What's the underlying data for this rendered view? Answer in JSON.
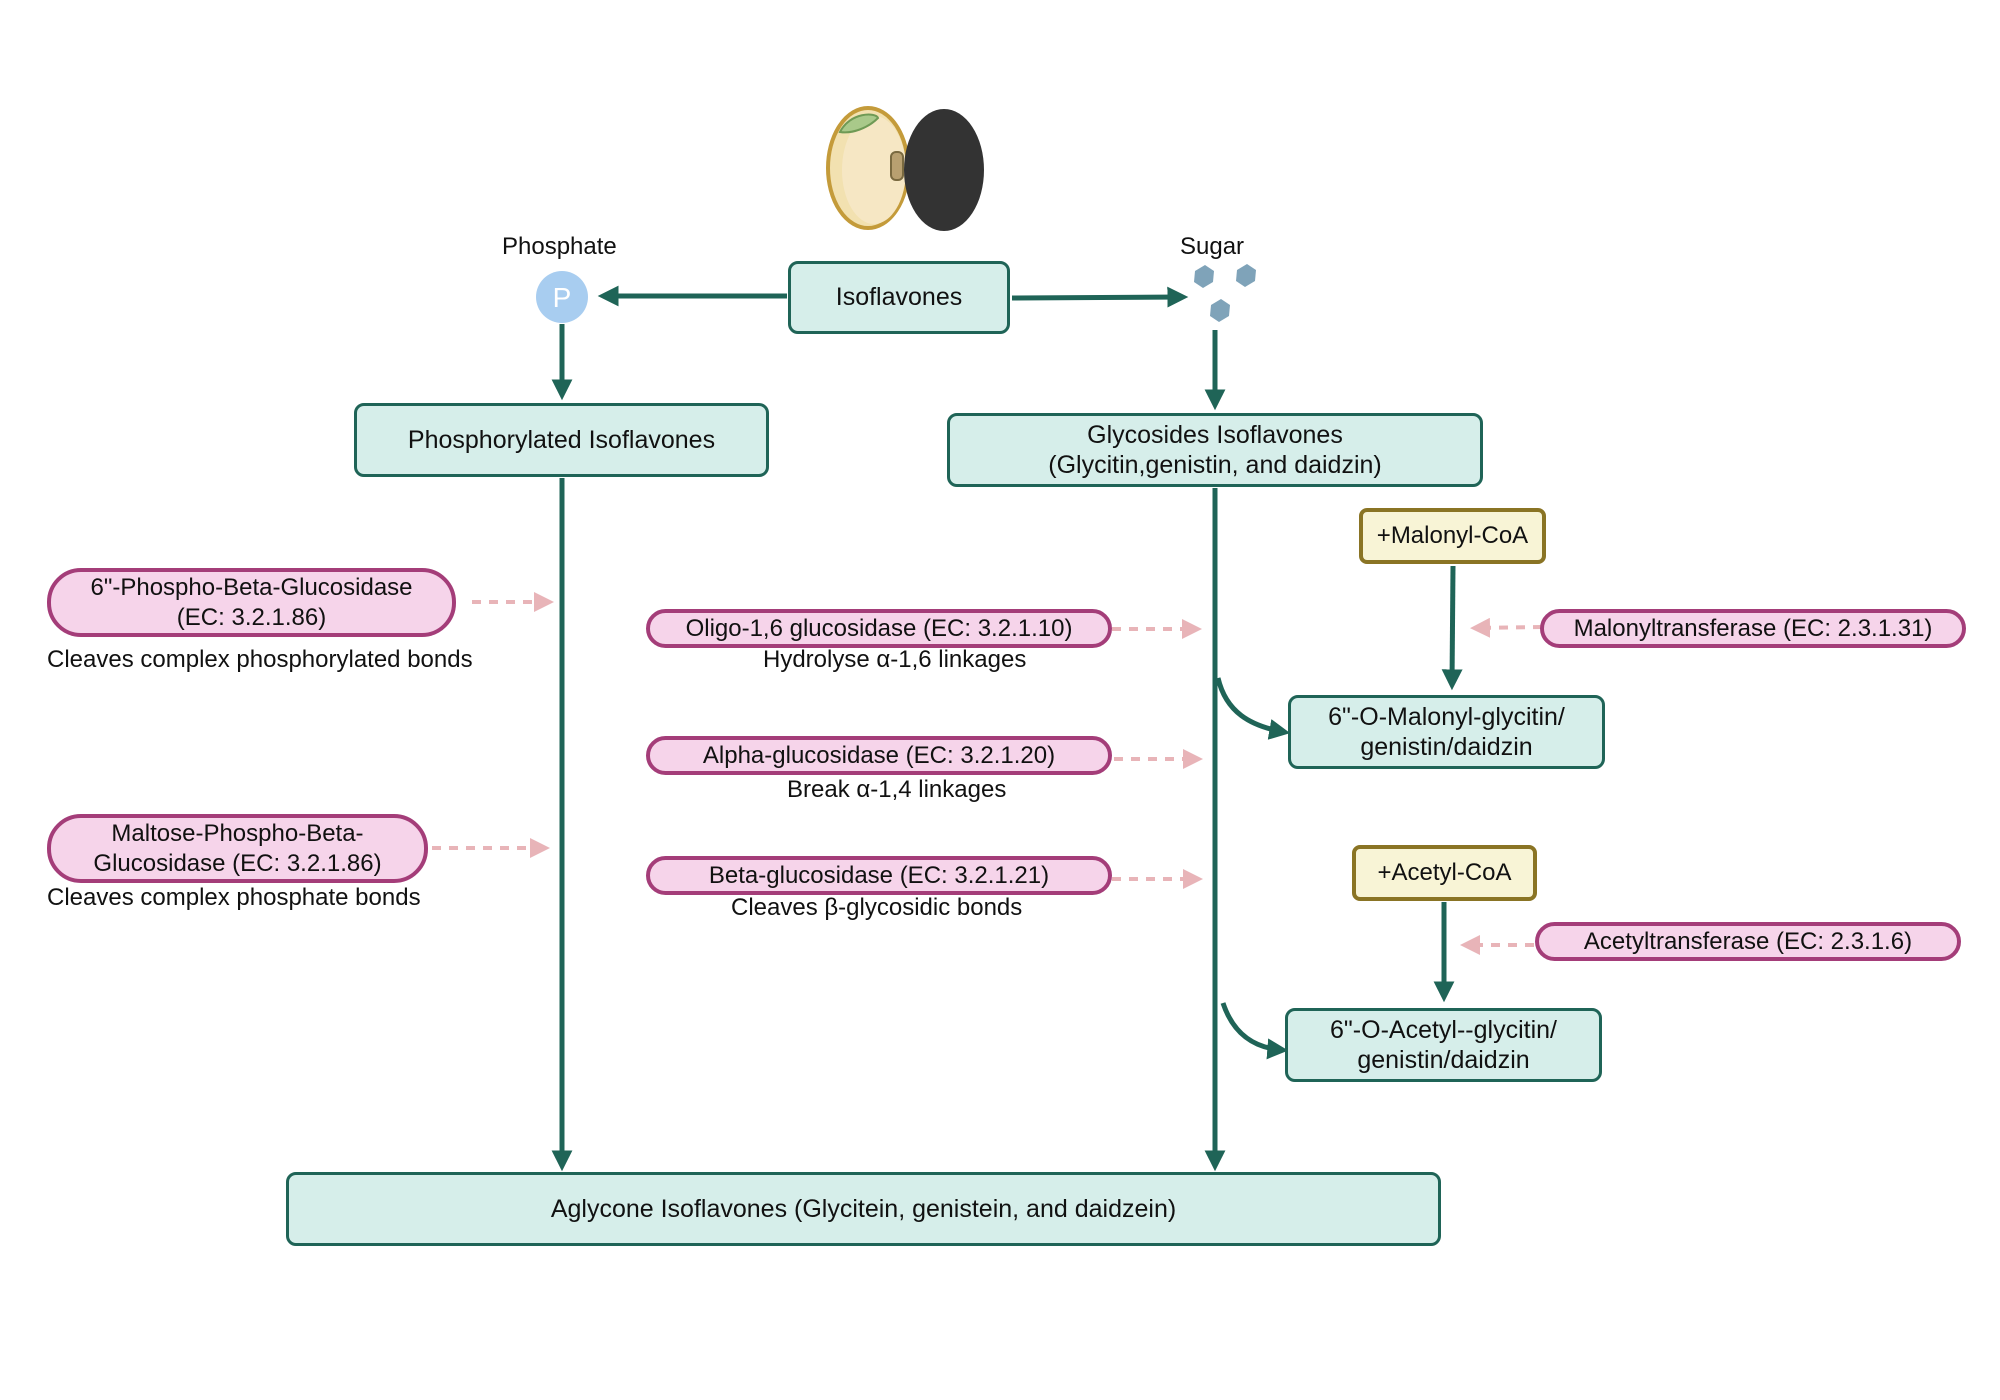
{
  "top": {
    "phosphate_label": "Phosphate",
    "phosphate_symbol": "P",
    "sugar_label": "Sugar",
    "isoflavones": "Isoflavones"
  },
  "branches": {
    "phosphorylated": "Phosphorylated Isoflavones",
    "glycosides_line1": "Glycosides Isoflavones",
    "glycosides_line2": "(Glycitin,genistin, and daidzin)"
  },
  "left_enzymes": [
    {
      "line1": "6\"-Phospho-Beta-Glucosidase",
      "line2": "(EC: 3.2.1.86)",
      "note": "Cleaves complex phosphorylated bonds"
    },
    {
      "line1": "Maltose-Phospho-Beta-",
      "line2": "Glucosidase (EC: 3.2.1.86)",
      "note": "Cleaves complex phosphate bonds"
    }
  ],
  "middle_enzymes": [
    {
      "name": "Oligo-1,6 glucosidase (EC: 3.2.1.10)",
      "note": "Hydrolyse α-1,6 linkages"
    },
    {
      "name": "Alpha-glucosidase (EC: 3.2.1.20)",
      "note": "Break α-1,4 linkages"
    },
    {
      "name": "Beta-glucosidase (EC: 3.2.1.21)",
      "note": "Cleaves β-glycosidic bonds"
    }
  ],
  "right_side": {
    "malonyl_coa": "+Malonyl-CoA",
    "malonyltransferase": "Malonyltransferase (EC: 2.3.1.31)",
    "malonyl_product_line1": "6\"-O-Malonyl-glycitin/",
    "malonyl_product_line2": "genistin/daidzin",
    "acetyl_coa": "+Acetyl-CoA",
    "acetyltransferase": "Acetyltransferase (EC: 2.3.1.6)",
    "acetyl_product_line1": "6\"-O-Acetyl--glycitin/",
    "acetyl_product_line2": "genistin/daidzin"
  },
  "bottom": {
    "aglycone": "Aglycone Isoflavones (Glycitein, genistein, and daidzein)"
  },
  "colors": {
    "arrow": "#1f6457",
    "enzyme_arrow": "#e8b4b8",
    "teal_fill": "#d6eeea",
    "pink_fill": "#f6d4ea",
    "pink_border": "#a43d79",
    "yellow_fill": "#f8f4d6",
    "yellow_border": "#8a7424",
    "phosphate": "#a8cdf0",
    "sugar": "#7fa3b9"
  },
  "icons": [
    "soybean-seed-icon",
    "black-bean-icon",
    "phosphate-circle-icon",
    "sugar-hexagon-icon"
  ]
}
